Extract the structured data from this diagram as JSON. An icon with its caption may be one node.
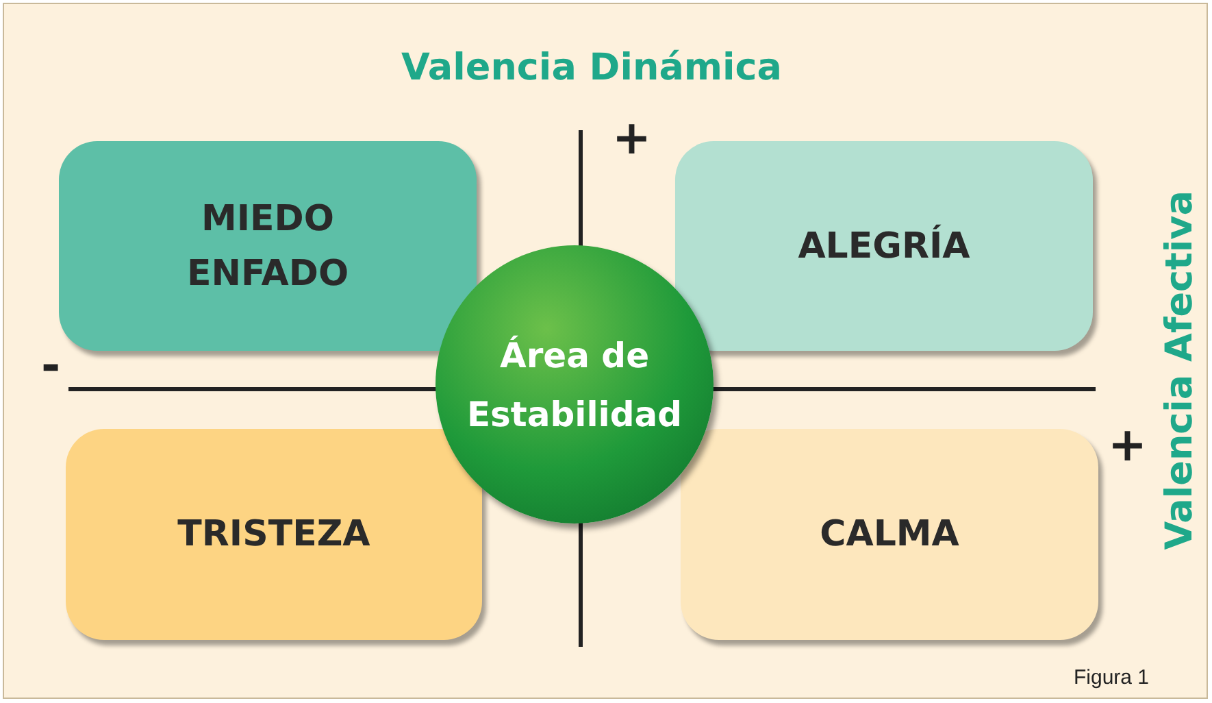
{
  "diagram": {
    "caption": "Figura 1",
    "nodes": [
      {
        "text": [
          "MIEDO ENFADO"
        ]
      },
      {
        "text": [
          "ALEGRÍA"
        ]
      },
      {
        "text": [
          "TRISTEZA"
        ]
      },
      {
        "text": [
          "CALMA"
        ]
      },
      {
        "text": [
          "Área de Estabilidad"
        ]
      }
    ],
    "labels": [
      "Valencia Dinámica",
      "+",
      "-",
      "+",
      "Valencia Afectiva"
    ]
  }
}
